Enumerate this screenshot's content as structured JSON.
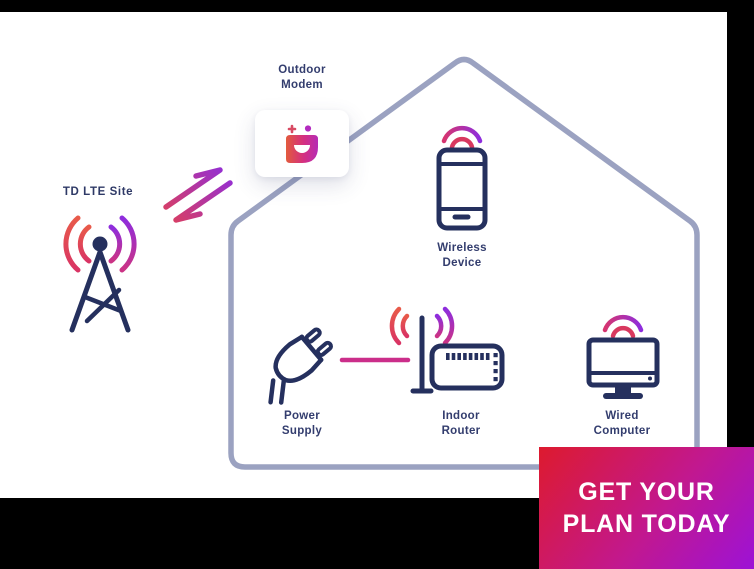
{
  "site_label": "TD LTE Site",
  "nodes": {
    "modem": {
      "line1": "Outdoor",
      "line2": "Modem"
    },
    "wireless": {
      "line1": "Wireless",
      "line2": "Device"
    },
    "power": {
      "line1": "Power",
      "line2": "Supply"
    },
    "router": {
      "line1": "Indoor",
      "line2": "Router"
    },
    "computer": {
      "line1": "Wired",
      "line2": "Computer"
    }
  },
  "banner": {
    "line1": "GET YOUR",
    "line2": "PLAN TODAY"
  },
  "icons": [
    "cell-tower-icon",
    "signal-arrows-icon",
    "modem-logo-icon",
    "wifi-waves-icon",
    "smartphone-icon",
    "power-plug-icon",
    "router-icon",
    "antenna-waves-icon",
    "monitor-icon"
  ],
  "colors": {
    "icon_navy": "#25305e",
    "label_navy": "#333d6e",
    "house_stroke": "#9ba2c1",
    "connector_pink": "#cb2e8a",
    "wave_red": "#e8474d",
    "wave_purple": "#8e2ddd",
    "banner_gradient_start": "#dd1a2e",
    "banner_gradient_mid": "#c2188e",
    "banner_gradient_end": "#9d12d6",
    "frame_black": "#000000"
  }
}
